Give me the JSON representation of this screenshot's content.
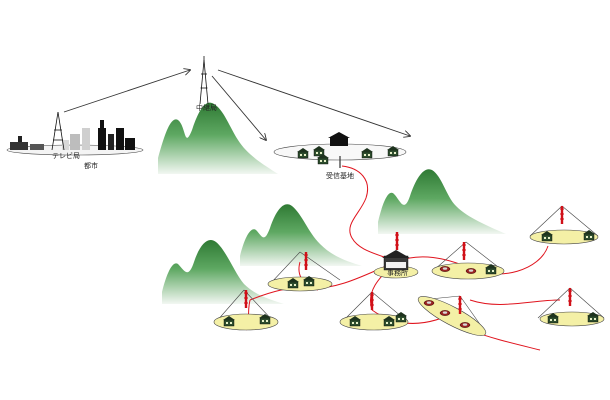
{
  "labels": {
    "tv_station": "テレビ局",
    "city": "都市",
    "relay_station": "中継局",
    "receiving_base": "受信基地",
    "office": "事務所"
  },
  "colors": {
    "mountain_dark": "#2f7a34",
    "mountain_light": "#f2f7f2",
    "area_fill": "#f4f0a6",
    "cable": "#e0141e",
    "antenna": "#d01018",
    "arrow": "#333333"
  },
  "icons": [
    "transmission-tower-icon",
    "antenna-icon",
    "house-icon",
    "car-icon",
    "office-building-icon",
    "city-skyline-icon",
    "satellite-dish-icon"
  ]
}
